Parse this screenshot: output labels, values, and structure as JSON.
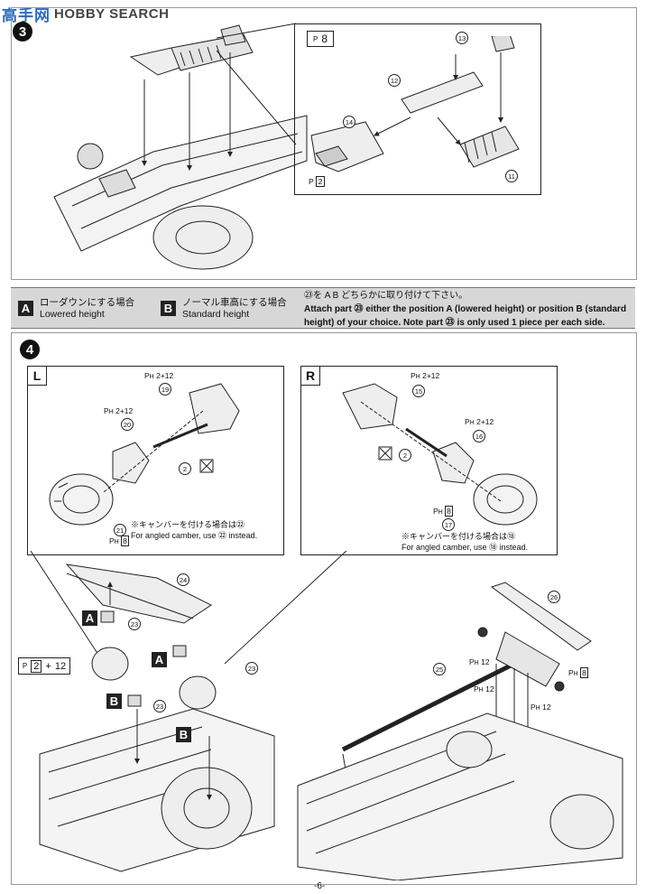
{
  "watermark": {
    "cn": "高手网",
    "en": "HOBBY SEARCH"
  },
  "step3": {
    "number": "3",
    "paint_ref": "8",
    "parts": {
      "p11": "11",
      "p12": "12",
      "p13": "13",
      "p14": "14"
    },
    "paint_small": "2"
  },
  "banner": {
    "a_letter": "A",
    "a_jp": "ローダウンにする場合",
    "a_en": "Lowered height",
    "b_letter": "B",
    "b_jp": "ノーマル車高にする場合",
    "b_en": "Standard height",
    "note_jp": "㉓を A B どちらかに取り付けて下さい。",
    "note_en_1": "Attach part ㉓ either the position A (lowered height) or position B (standard",
    "note_en_2": "height) of your choice. Note part ㉓ is only used 1 piece per each side."
  },
  "step4": {
    "number": "4",
    "left_panel": {
      "tag": "L",
      "p19": "19",
      "p19_paint": "2+12",
      "p20": "20",
      "p20_paint": "2+12",
      "p21": "21",
      "p21_paint": "8",
      "p2": "2",
      "camber_jp": "※キャンバーを付ける場合は㉒",
      "camber_en": "For angled camber, use ㉒ instead."
    },
    "right_panel": {
      "tag": "R",
      "p15": "15",
      "p15_paint": "2+12",
      "p16": "16",
      "p16_paint": "2+12",
      "p17": "17",
      "p17_paint": "8",
      "p2": "2",
      "camber_jp": "※キャンバーを付ける場合は⑱",
      "camber_en": "For angled camber, use ⑱ instead."
    },
    "paint_main": {
      "a": "2",
      "b": "12"
    },
    "part23": "23",
    "part24": "24",
    "part25": "25",
    "part26": "26",
    "p12_paint": "12",
    "p8_paint": "8"
  },
  "page_number": "-6-"
}
